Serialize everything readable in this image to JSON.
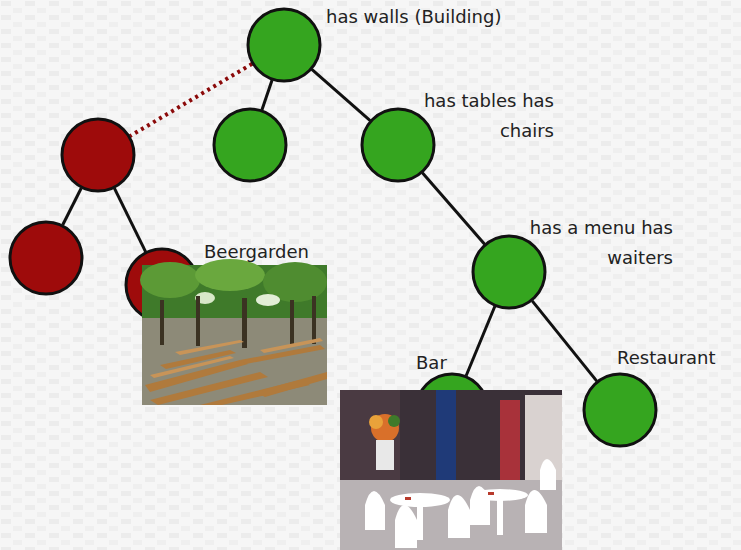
{
  "diagram": {
    "nodes": [
      {
        "text": [
          "has walls (Building)"
        ]
      },
      {
        "text": []
      },
      {
        "text": []
      },
      {
        "text": [
          "has tables has chairs"
        ]
      },
      {
        "text": []
      },
      {
        "text": [
          "Beergarden"
        ]
      },
      {
        "text": [
          "has a menu has waiters"
        ]
      },
      {
        "text": [
          "Bar"
        ]
      },
      {
        "text": [
          "Restaurant"
        ]
      }
    ],
    "edges": [
      {
        "from": 0,
        "to": 1,
        "arrow": "none"
      },
      {
        "from": 0,
        "to": 2,
        "arrow": "none"
      },
      {
        "from": 0,
        "to": 3,
        "arrow": "none"
      },
      {
        "from": 1,
        "to": 4,
        "arrow": "none"
      },
      {
        "from": 1,
        "to": 5,
        "arrow": "none"
      },
      {
        "from": 3,
        "to": 6,
        "arrow": "none"
      },
      {
        "from": 6,
        "to": 7,
        "arrow": "none"
      },
      {
        "from": 6,
        "to": 8,
        "arrow": "none"
      }
    ]
  }
}
